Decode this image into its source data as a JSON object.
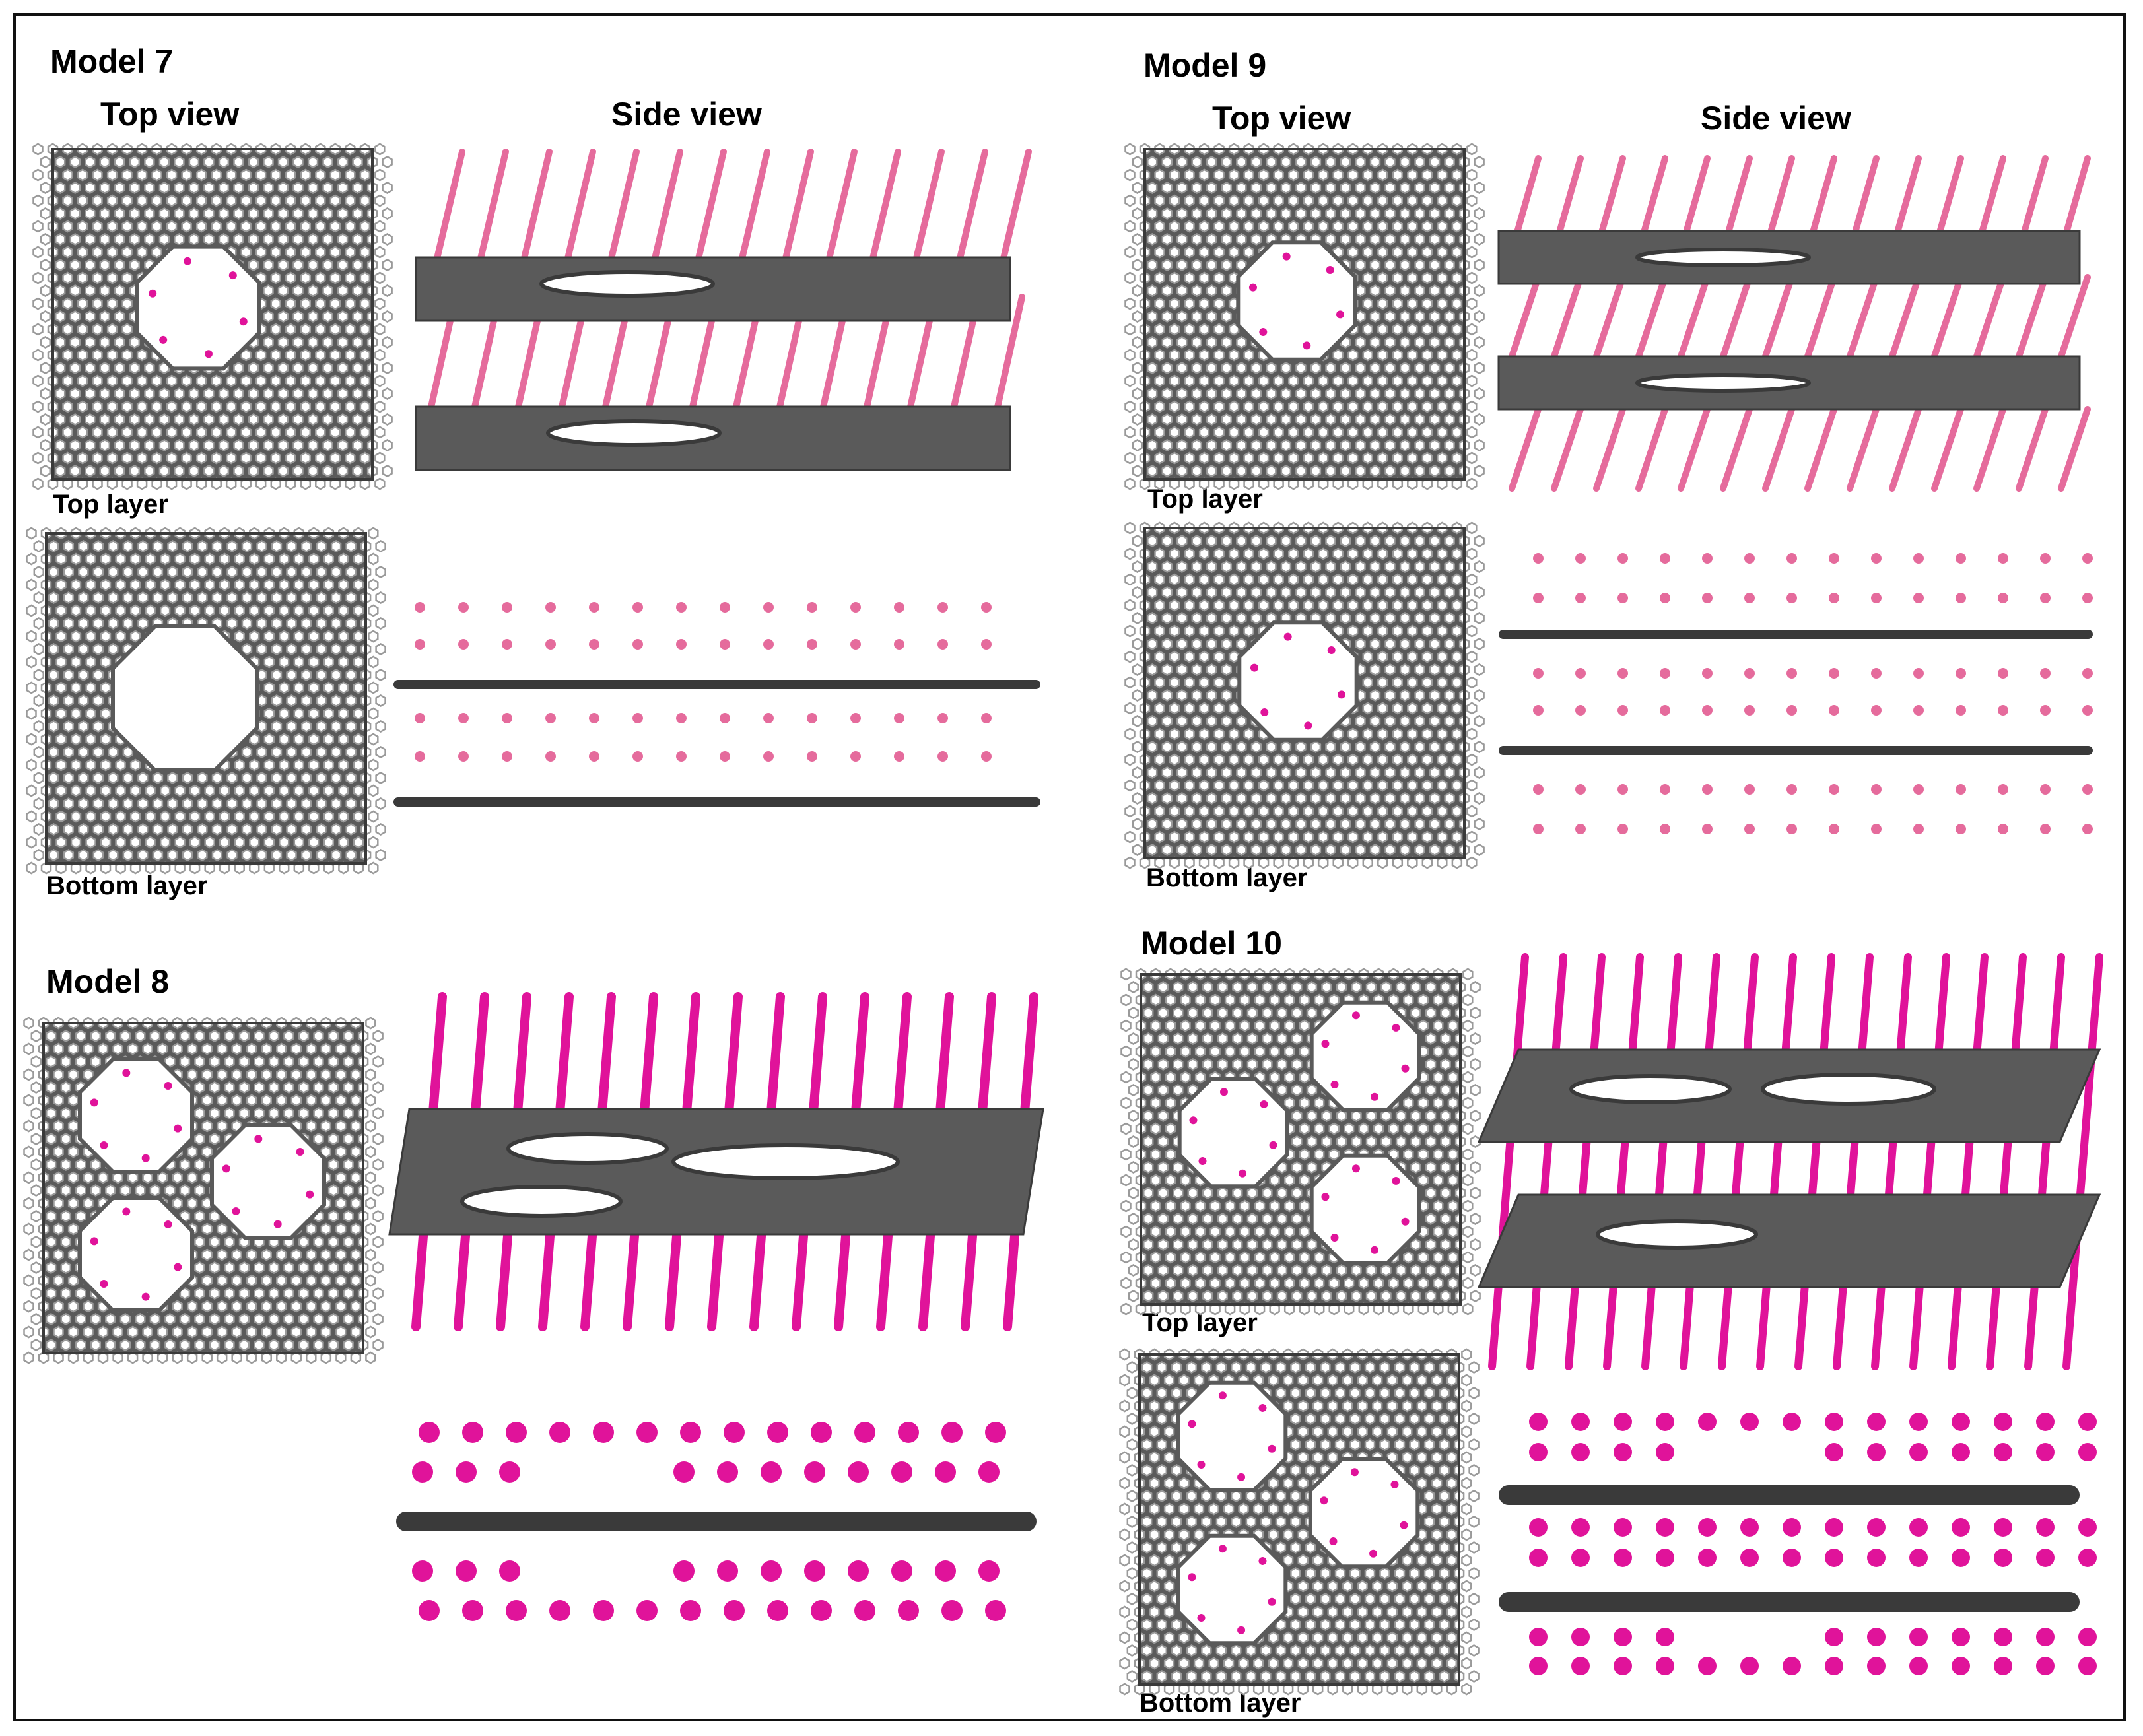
{
  "colors": {
    "graphene": "#5a5a5a",
    "graphene_dark": "#3a3a3a",
    "hole_bg": "#ffffff",
    "ion_light": "#e56b9c",
    "ion_bright": "#e0139a"
  },
  "labels": {
    "top_view": "Top view",
    "side_view": "Side view",
    "top_layer": "Top layer",
    "bottom_layer": "Bottom layer"
  },
  "models": {
    "m7": {
      "title": "Model 7"
    },
    "m8": {
      "title": "Model 8"
    },
    "m9": {
      "title": "Model 9"
    },
    "m10": {
      "title": "Model 10"
    }
  }
}
